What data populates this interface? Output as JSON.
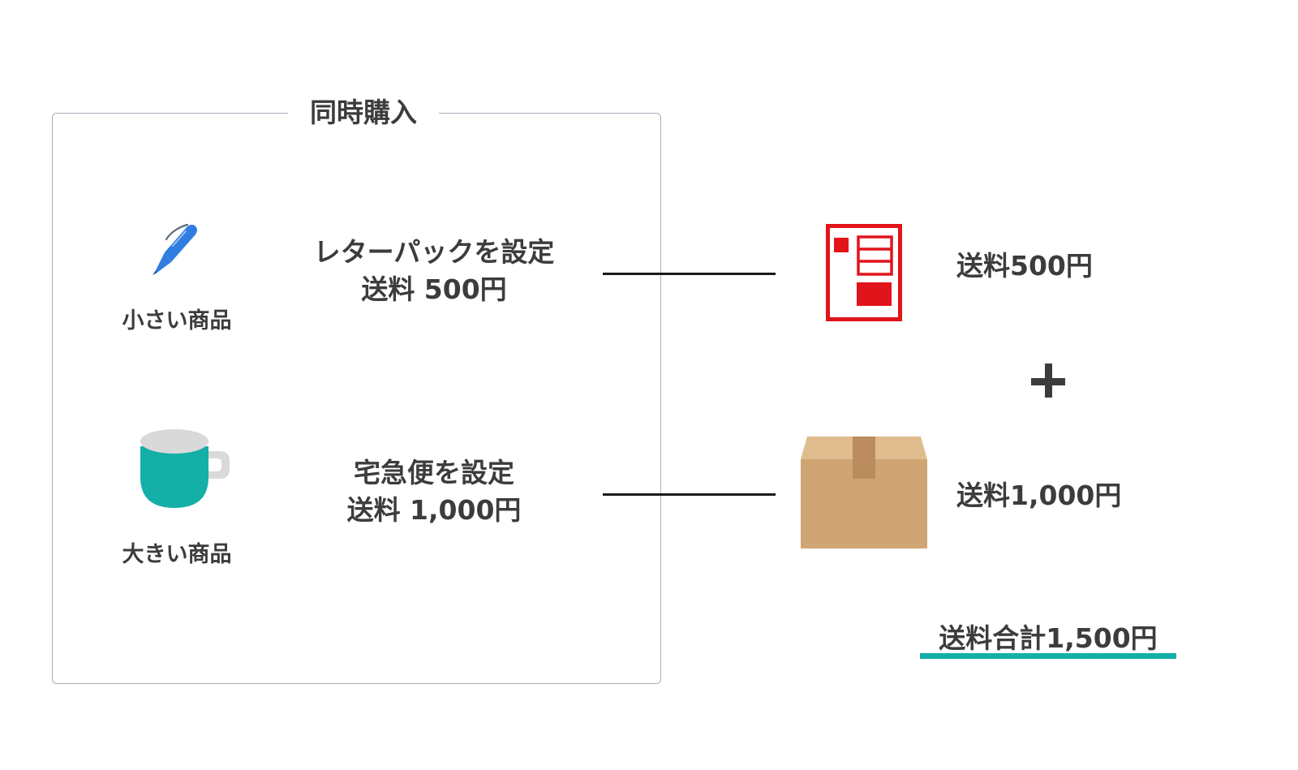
{
  "group": {
    "title": "同時購入"
  },
  "items": [
    {
      "label": "小さい商品",
      "icon": "pen-icon",
      "setting_line1": "レターパックを設定",
      "setting_line2": "送料 500円",
      "shipping_icon": "letterpack-icon",
      "price": "送料500円"
    },
    {
      "label": "大きい商品",
      "icon": "mug-icon",
      "setting_line1": "宅急便を設定",
      "setting_line2": "送料 1,000円",
      "shipping_icon": "cardboard-box-icon",
      "price": "送料1,000円"
    }
  ],
  "total": {
    "label": "送料合計1,500円"
  },
  "colors": {
    "text": "#3c3c3c",
    "frame_border": "#a7adbb",
    "accent_teal": "#14b0a7",
    "pen_blue": "#2f7de1",
    "letterpack_red": "#e2141b",
    "box_tan": "#cfa574",
    "box_top": "#dfbd8e",
    "box_tape": "#bb8d5e",
    "mug_rim": "#d9d9d9"
  }
}
